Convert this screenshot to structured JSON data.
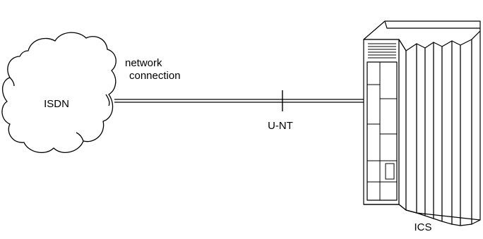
{
  "diagram": {
    "cloud_label": "ISDN",
    "connection_label_line1": "network",
    "connection_label_line2": "connection",
    "tick_label": "U-NT",
    "equipment_label": "ICS"
  },
  "colors": {
    "line": "#000000",
    "background": "#ffffff"
  }
}
